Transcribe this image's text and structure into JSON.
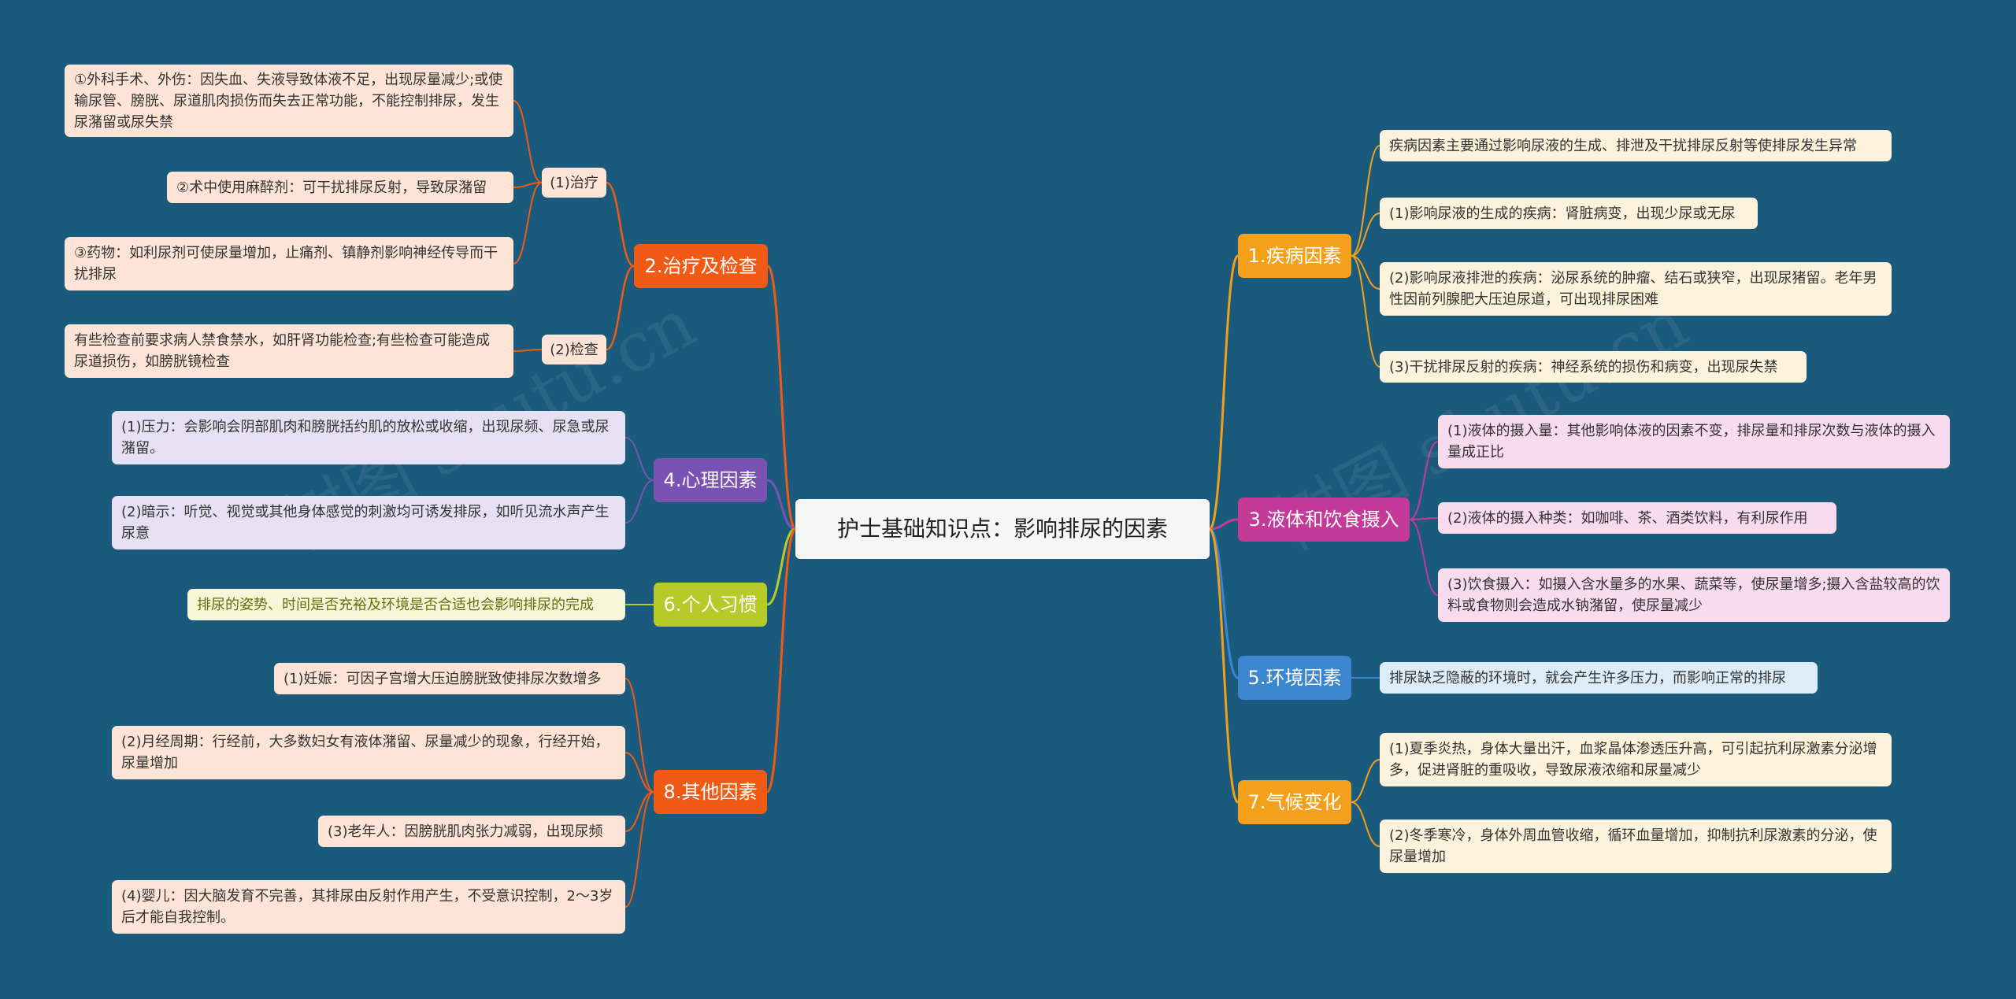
{
  "root": {
    "label": "护士基础知识点：影响排尿的因素"
  },
  "watermark": [
    "树图 shutu.cn",
    "树图 shutu.cn"
  ],
  "branches": {
    "b1": {
      "label": "1.疾病因素",
      "color": "#f5a01a",
      "leaves": [
        "疾病因素主要通过影响尿液的生成、排泄及干扰排尿反射等使排尿发生异常",
        "(1)影响尿液的生成的疾病：肾脏病变，出现少尿或无尿",
        "(2)影响尿液排泄的疾病：泌尿系统的肿瘤、结石或狭窄，出现尿猪留。老年男性因前列腺肥大压迫尿道，可出现排尿困难",
        "(3)干扰排尿反射的疾病：神经系统的损伤和病变，出现尿失禁"
      ]
    },
    "b3": {
      "label": "3.液体和饮食摄入",
      "color": "#c43a98",
      "leaves": [
        "(1)液体的摄入量：其他影响体液的因素不变，排尿量和排尿次数与液体的摄入量成正比",
        "(2)液体的摄入种类：如咖啡、茶、酒类饮料，有利尿作用",
        "(3)饮食摄入：如摄入含水量多的水果、蔬菜等，使尿量增多;摄入含盐较高的饮料或食物则会造成水钠潴留，使尿量减少"
      ]
    },
    "b5": {
      "label": "5.环境因素",
      "color": "#3c86d0",
      "leaves": [
        "排尿缺乏隐蔽的环境时，就会产生许多压力，而影响正常的排尿"
      ]
    },
    "b7": {
      "label": "7.气候变化",
      "color": "#f5a01a",
      "leaves": [
        "(1)夏季炎热，身体大量出汗，血浆晶体渗透压升高，可引起抗利尿激素分泌增多，促进肾脏的重吸收，导致尿液浓缩和尿量减少",
        "(2)冬季寒冷，身体外周血管收缩，循环血量增加，抑制抗利尿激素的分泌，使尿量增加"
      ]
    },
    "b2": {
      "label": "2.治疗及检查",
      "color": "#f05a14",
      "subs": [
        {
          "label": "(1)治疗",
          "leaves": [
            "①外科手术、外伤：因失血、失液导致体液不足，出现尿量减少;或使输尿管、膀胱、尿道肌肉损伤而失去正常功能，不能控制排尿，发生尿潴留或尿失禁",
            "②术中使用麻醉剂：可干扰排尿反射，导致尿潴留",
            "③药物：如利尿剂可使尿量增加，止痛剂、镇静剂影响神经传导而干扰排尿"
          ]
        },
        {
          "label": "(2)检查",
          "leaves": [
            "有些检查前要求病人禁食禁水，如肝肾功能检查;有些检查可能造成尿道损伤，如膀胱镜检查"
          ]
        }
      ]
    },
    "b4": {
      "label": "4.心理因素",
      "color": "#7a52b4",
      "leaves": [
        "(1)压力：会影响会阴部肌肉和膀胱括约肌的放松或收缩，出现尿频、尿急或尿潴留。",
        "(2)暗示：听觉、视觉或其他身体感觉的刺激均可诱发排尿，如听见流水声产生尿意"
      ]
    },
    "b6": {
      "label": "6.个人习惯",
      "color": "#b6cb2a",
      "leaves": [
        "排尿的姿势、时间是否充裕及环境是否合适也会影响排尿的完成"
      ]
    },
    "b8": {
      "label": "8.其他因素",
      "color": "#f05a14",
      "leaves": [
        "(1)妊娠：可因子宫增大压迫膀胱致使排尿次数增多",
        "(2)月经周期：行经前，大多数妇女有液体潴留、尿量减少的现象，行经开始，尿量增加",
        "(3)老年人：因膀胱肌肉张力减弱，出现尿频",
        "(4)婴儿：因大脑发育不完善，其排尿由反射作用产生，不受意识控制，2～3岁后才能自我控制。"
      ]
    }
  },
  "colors": {
    "background": "#1a5a7c",
    "leaf_yellow": "#fdf3dc",
    "leaf_pink": "#f8dcee",
    "leaf_blue": "#dcecf8",
    "leaf_salmon": "#fde4d6",
    "leaf_lavender": "#e6e0f4",
    "leaf_lime": "#f6f7d8"
  }
}
